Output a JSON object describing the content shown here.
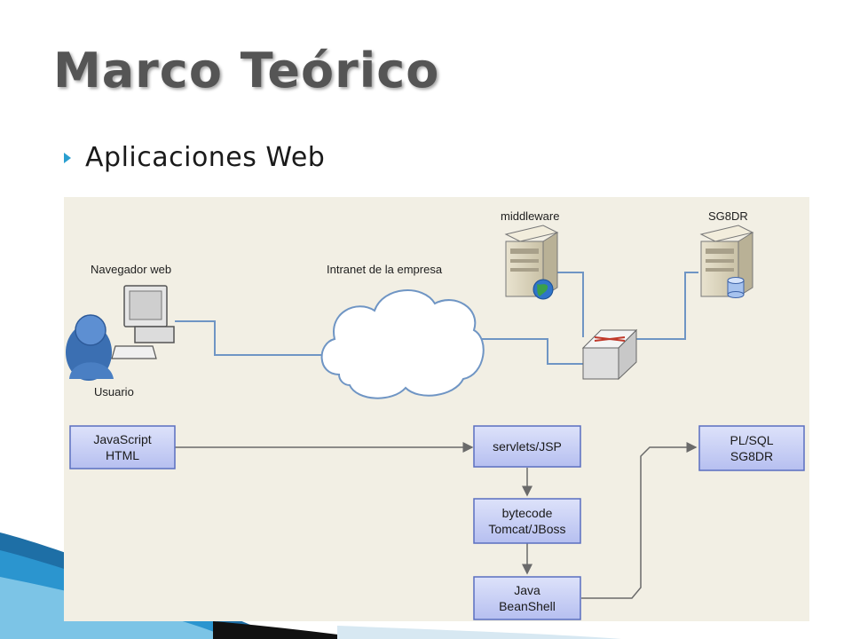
{
  "slide": {
    "title": "Marco Teórico",
    "bullet": "Aplicaciones Web"
  },
  "diagram": {
    "labels": {
      "browser": "Navegador web",
      "user": "Usuario",
      "intranet": "Intranet de la empresa",
      "middleware": "middleware",
      "db": "SG8DR"
    },
    "boxes": {
      "client_line1": "JavaScript",
      "client_line2": "HTML",
      "servlets": "servlets/JSP",
      "bytecode_line1": "bytecode",
      "bytecode_line2": "Tomcat/JBoss",
      "java_line1": "Java",
      "java_line2": "BeanShell",
      "plsql_line1": "PL/SQL",
      "plsql_line2": "SG8DR"
    }
  },
  "colors": {
    "title": "#555555",
    "bullet": "#2a9fd0",
    "diagram_bg": "#f2efe4",
    "box_fill": "#c5ccf2",
    "box_border": "#5a6fc0",
    "connector": "#6f95c4",
    "arrow": "#6a6a6a"
  },
  "icons": {
    "bullet": "triangle-right-icon",
    "user": "person-icon",
    "computer": "desktop-computer-icon",
    "cloud": "cloud-icon",
    "server": "server-tower-icon",
    "switch": "network-switch-icon",
    "globe": "globe-icon",
    "database": "database-icon"
  }
}
